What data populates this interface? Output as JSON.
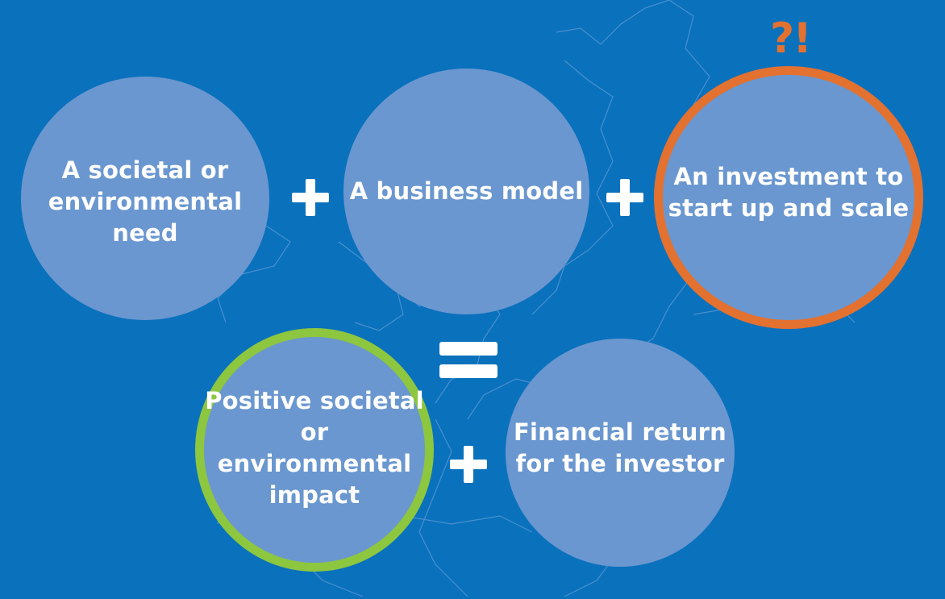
{
  "circles": {
    "societal_need": {
      "line1": "A societal or",
      "line2": "environmental",
      "line3": "need"
    },
    "business_model": {
      "line1": "A business model"
    },
    "investment": {
      "line1": "An investment to",
      "line2": "start up and scale"
    },
    "positive_impact": {
      "line1": "Positive societal",
      "line2": "or environmental",
      "line3": "impact"
    },
    "financial_return": {
      "line1": "Financial return",
      "line2": "for the investor"
    }
  },
  "alert_mark": "?!",
  "icons": {
    "plus": "plus-icon",
    "equals": "equals-icon",
    "background": "map-outline"
  },
  "colors": {
    "background": "#0a71bd",
    "circle_fill": "#6a97cf",
    "investment_ring": "#e37130",
    "impact_ring": "#8dc63f",
    "text": "#ffffff",
    "alert": "#e37130"
  }
}
